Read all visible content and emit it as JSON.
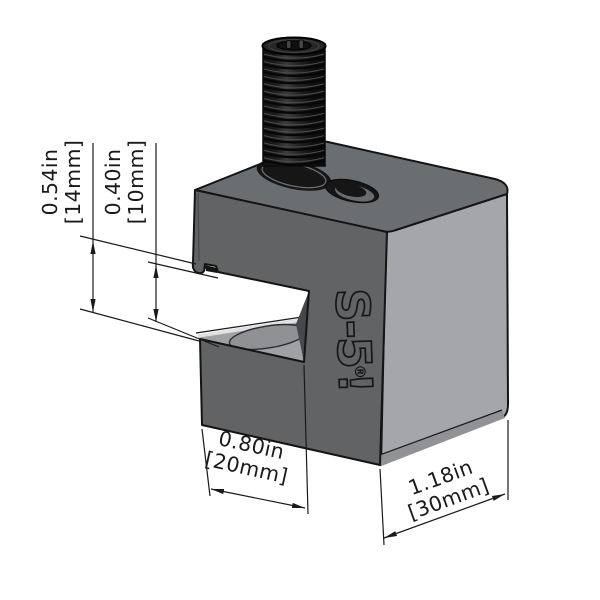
{
  "labels": {
    "dim_slot_outer": {
      "inches": "0.54in",
      "mm": "[14mm]"
    },
    "dim_slot_inner": {
      "inches": "0.40in",
      "mm": "[10mm]"
    },
    "dim_jaw_depth": {
      "inches": "0.80in",
      "mm": "[20mm]"
    },
    "dim_body_width": {
      "inches": "1.18in",
      "mm": "[30mm]"
    }
  },
  "logo": {
    "part1": "S-5",
    "part2": "®",
    "part3": "!"
  },
  "colors": {
    "background": "#ffffff",
    "top_face": "#6b6e71",
    "front_face": "#616365",
    "side_face": "#a4a6a9",
    "side_chamfer": "#909295",
    "jaw_surface": "#9fa1a4",
    "jaw_highlight": "#dfe1e3",
    "slot_wall": "#46484b",
    "dimple": "#8f9194",
    "hole_dark": "#161616",
    "hole_crescent": "#696b6e",
    "bolt_cap": "#262626",
    "edge_line": "#141414",
    "dimension_line": "#1a1a1a",
    "text": "#1a1a1a"
  }
}
